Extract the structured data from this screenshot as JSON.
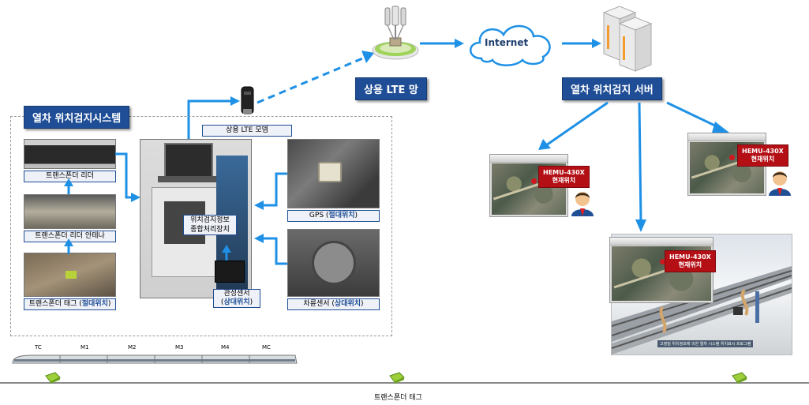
{
  "network": {
    "internet_label": "Internet",
    "lte_network_label": "상용 LTE 망",
    "server_label": "열차 위치검지 서버",
    "modem_label": "상용 LTE 모뎀"
  },
  "system": {
    "title": "열차 위치검지시스템",
    "transponder_reader": "트랜스폰더 리더",
    "reader_antenna": "트랜스폰더 리더 안테나",
    "tag_prefix": "트랜스폰더 태그 (",
    "tag_highlight": "절대위치",
    "tag_suffix": ")",
    "processor_line1": "위치검지정보",
    "processor_line2": "종합처리장치",
    "inertial_line1": "관성센서",
    "inertial_line2_highlight": "상대위치",
    "gps_prefix": "GPS (",
    "gps_highlight": "절대위치",
    "gps_suffix": ")",
    "wheel_prefix": "차륜센서 (",
    "wheel_highlight": "상대위치",
    "wheel_suffix": ")"
  },
  "clients": {
    "callout_line1": "HEMU-430X",
    "callout_line2": "현재위치",
    "sim_caption": "고정밀 위치정보에 의한 열차 시스템 위치표시 프로그램"
  },
  "train": {
    "cars": [
      "TC",
      "M1",
      "M2",
      "M3",
      "M4",
      "MC"
    ]
  },
  "bottom_label": "트랜스폰더 태그"
}
